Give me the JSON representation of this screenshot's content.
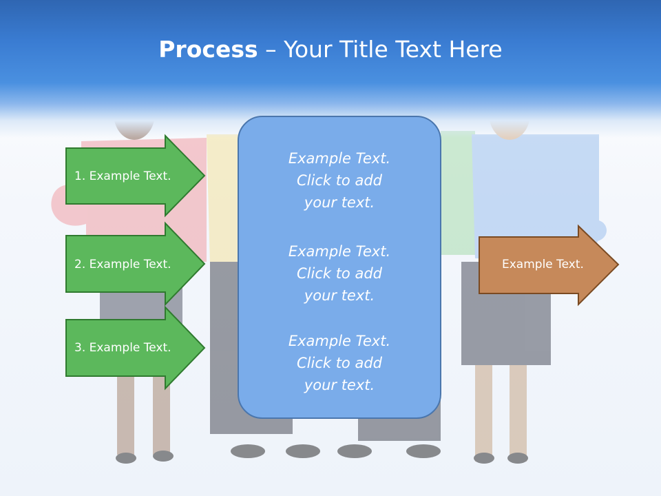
{
  "slide": {
    "title_bold": "Process",
    "title_rest": " – Your Title Text Here"
  },
  "left_arrows": [
    {
      "label": "1. Example Text."
    },
    {
      "label": "2. Example Text."
    },
    {
      "label": "3. Example Text."
    }
  ],
  "center_box": {
    "blocks": [
      {
        "lines": [
          "Example Text.",
          "Click  to add",
          "your text."
        ]
      },
      {
        "lines": [
          "Example Text.",
          "Click  to add",
          "your text."
        ]
      },
      {
        "lines": [
          "Example Text.",
          "Click  to add",
          "your text."
        ]
      }
    ]
  },
  "right_arrow": {
    "label": "Example Text."
  },
  "colors": {
    "title_band": "#3a7cd2",
    "left_arrow_fill": "#5cb85c",
    "left_arrow_stroke": "#2f7a2f",
    "center_box_fill": "#7aacea",
    "right_arrow_fill": "#c6895a",
    "right_arrow_stroke": "#7a4a22"
  }
}
